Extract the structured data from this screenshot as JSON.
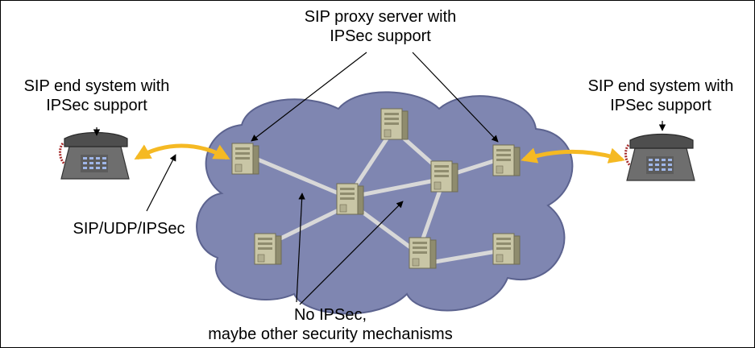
{
  "labels": {
    "proxy_line1": "SIP proxy server with",
    "proxy_line2": "IPSec support",
    "left_end_line1": "SIP end system with",
    "left_end_line2": "IPSec support",
    "right_end_line1": "SIP end system with",
    "right_end_line2": "IPSec support",
    "transport": "SIP/UDP/IPSec",
    "no_ipsec_line1": "No IPSec,",
    "no_ipsec_line2": "maybe other security mechanisms"
  },
  "colors": {
    "cloud_fill": "#7f86b1",
    "cloud_stroke": "#5c638f",
    "link": "#d8d8d8",
    "arrow_yellow": "#f5b923",
    "server_body": "#c9c6a6",
    "server_shadow": "#8f8c6e",
    "phone_body": "#6e6e6e",
    "phone_keypad": "#9fb6e8"
  },
  "icons": {
    "server": "server-tower-icon",
    "phone": "desk-telephone-icon"
  }
}
